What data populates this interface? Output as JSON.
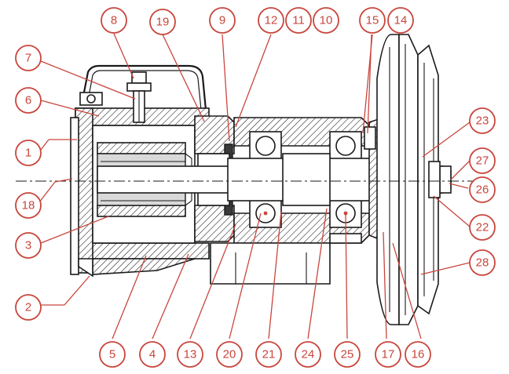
{
  "colors": {
    "callout": "#c9463d",
    "line": "#1a1a1a",
    "section": "#3a3a3a"
  },
  "callouts": [
    {
      "id": "p8",
      "label": "8"
    },
    {
      "id": "p19",
      "label": "19"
    },
    {
      "id": "p9",
      "label": "9"
    },
    {
      "id": "p12",
      "label": "12"
    },
    {
      "id": "p11",
      "label": "11"
    },
    {
      "id": "p10",
      "label": "10"
    },
    {
      "id": "p15",
      "label": "15"
    },
    {
      "id": "p14",
      "label": "14"
    },
    {
      "id": "p7",
      "label": "7"
    },
    {
      "id": "p6",
      "label": "6"
    },
    {
      "id": "p1",
      "label": "1"
    },
    {
      "id": "p18",
      "label": "18"
    },
    {
      "id": "p3",
      "label": "3"
    },
    {
      "id": "p2",
      "label": "2"
    },
    {
      "id": "p23",
      "label": "23"
    },
    {
      "id": "p27",
      "label": "27"
    },
    {
      "id": "p26",
      "label": "26"
    },
    {
      "id": "p22",
      "label": "22"
    },
    {
      "id": "p28",
      "label": "28"
    },
    {
      "id": "p5",
      "label": "5"
    },
    {
      "id": "p4",
      "label": "4"
    },
    {
      "id": "p13",
      "label": "13"
    },
    {
      "id": "p20",
      "label": "20"
    },
    {
      "id": "p21",
      "label": "21"
    },
    {
      "id": "p24",
      "label": "24"
    },
    {
      "id": "p25",
      "label": "25"
    },
    {
      "id": "p17",
      "label": "17"
    },
    {
      "id": "p16",
      "label": "16"
    }
  ]
}
